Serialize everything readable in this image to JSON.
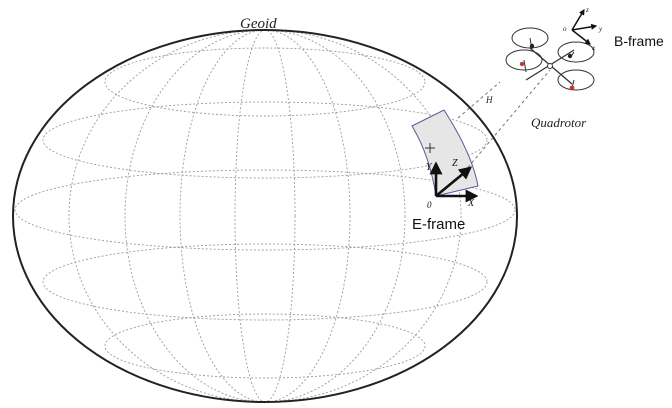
{
  "labels": {
    "geoid": "Geoid",
    "quadrotor": "Quadrotor",
    "b_frame": "B-frame",
    "e_frame": "E-frame",
    "height": "H"
  },
  "e_axes": {
    "x": "X",
    "y": "Y",
    "z": "Z",
    "origin": "0"
  },
  "b_axes": {
    "x": "x",
    "y": "y",
    "z": "z",
    "origin": "o"
  },
  "colors": {
    "line": "#222222",
    "grid": "#9a9a9a",
    "patch_fill": "#e6e6e6",
    "patch_edge": "#5a5a9a",
    "motor_red": "#c0392b"
  }
}
